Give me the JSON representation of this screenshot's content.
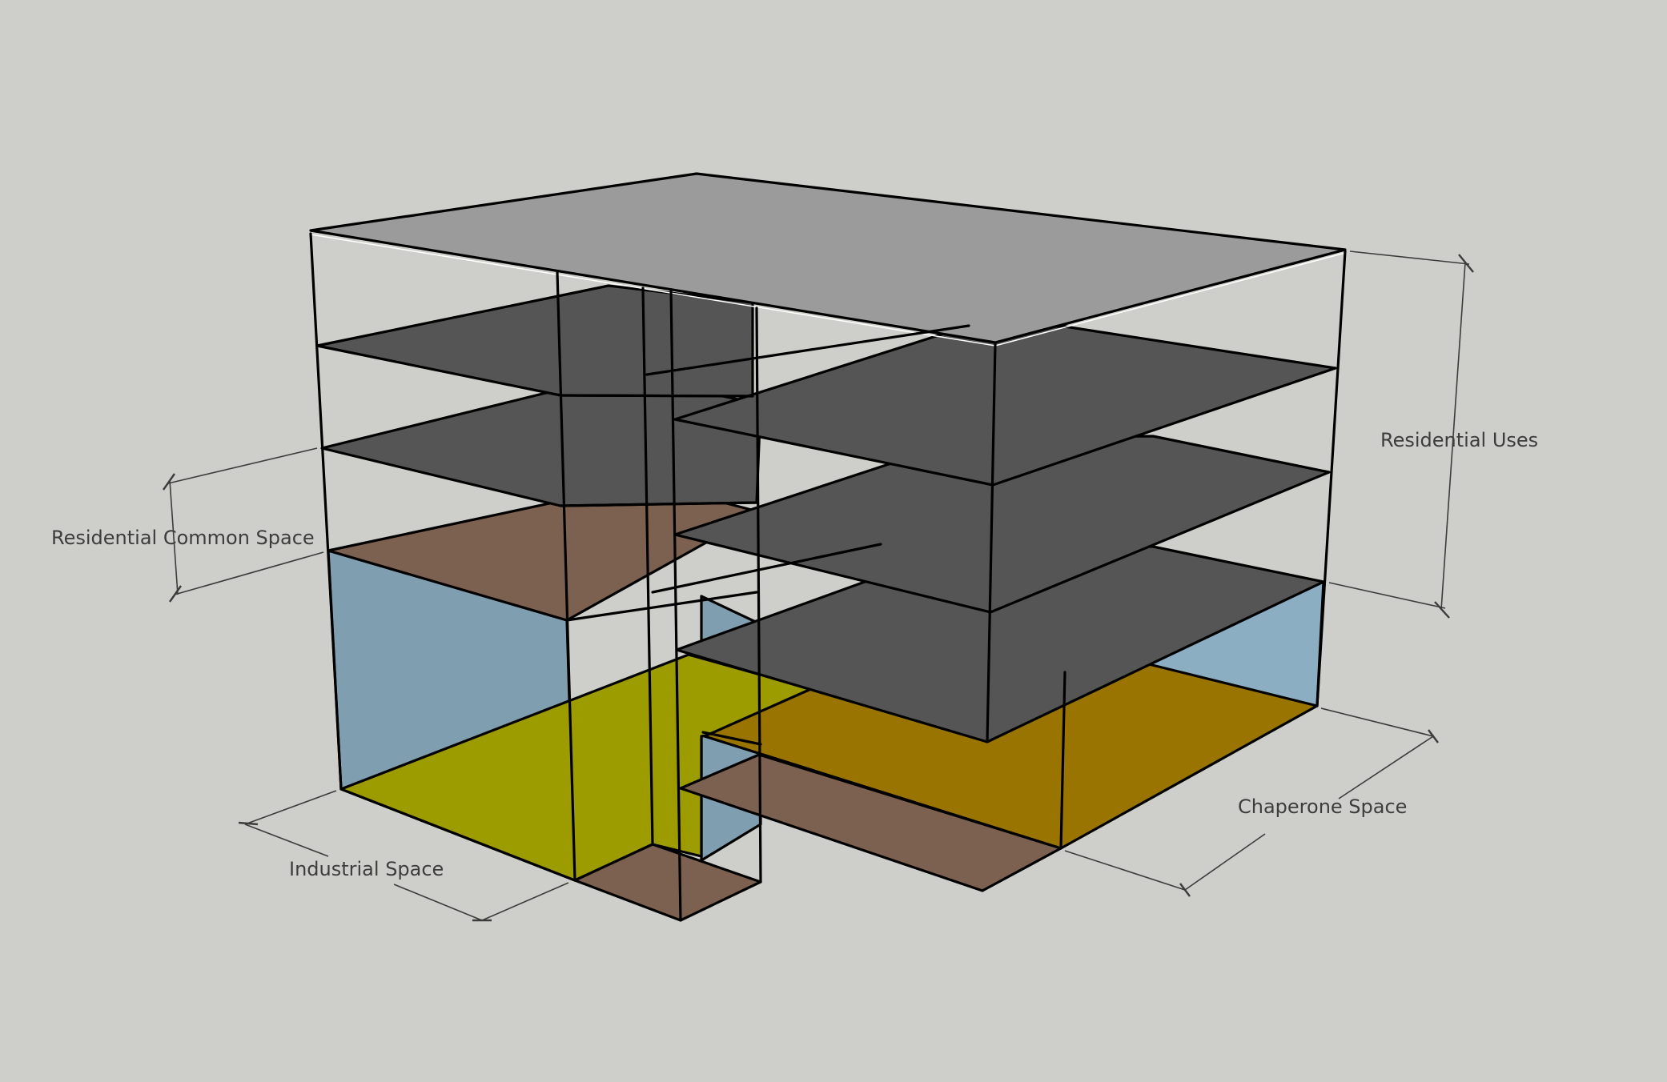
{
  "diagram": {
    "labels": {
      "residential_uses": "Residential Uses",
      "residential_common_space": "Residential Common Space",
      "industrial_space": "Industrial Space",
      "chaperone_space": "Chaperone Space"
    },
    "colors": {
      "background": "#cecfca",
      "roof": "#9b9b9b",
      "residential_floor": "#555555",
      "common_space_floor": "#7d6150",
      "industrial_floor": "#9c9c00",
      "chaperone_floor": "#9a7400",
      "glass_wall_left": "#7f9fb0",
      "glass_wall_right": "#8caec2",
      "outline": "#000000"
    }
  }
}
